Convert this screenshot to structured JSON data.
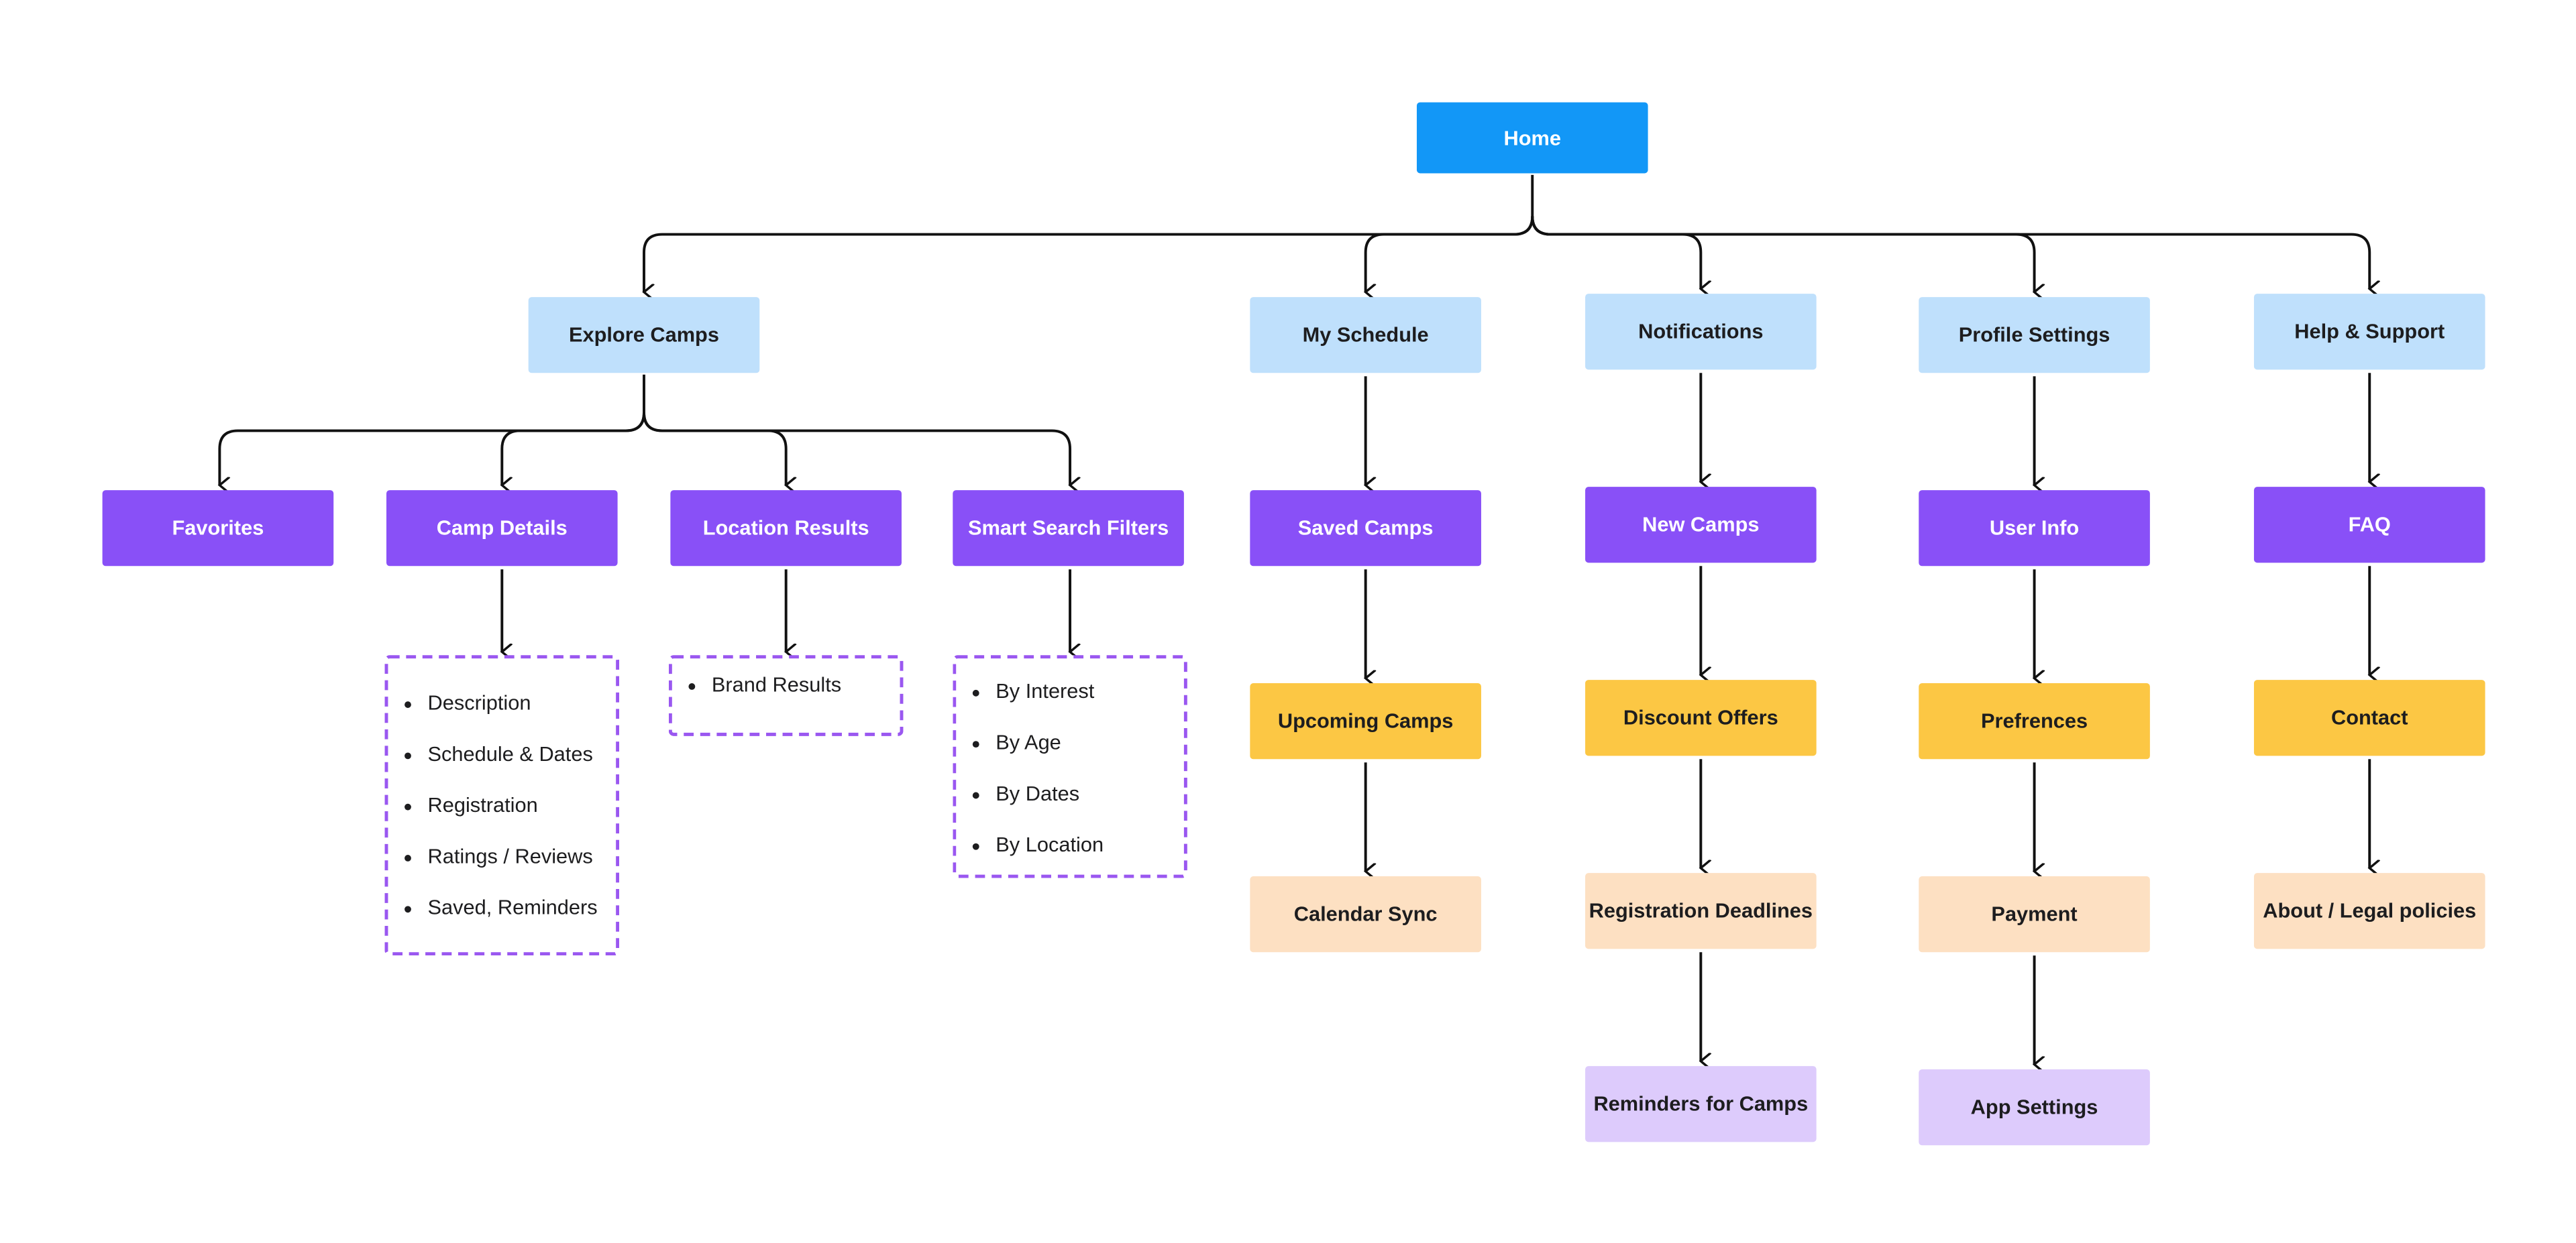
{
  "home": "Home",
  "explore": {
    "title": "Explore Camps",
    "children": [
      "Favorites",
      "Camp Details",
      "Location Results",
      "Smart Search Filters"
    ],
    "camp_details_items": [
      "Description",
      "Schedule & Dates",
      "Registration",
      "Ratings / Reviews",
      "Saved, Reminders"
    ],
    "location_items": [
      "Brand Results"
    ],
    "filter_items": [
      "By Interest",
      "By Age",
      "By Dates",
      "By Location"
    ]
  },
  "schedule": {
    "title": "My Schedule",
    "chain": [
      "Saved Camps",
      "Upcoming Camps",
      "Calendar Sync"
    ]
  },
  "notifications": {
    "title": "Notifications",
    "chain": [
      "New Camps",
      "Discount Offers",
      "Registration Deadlines",
      "Reminders for Camps"
    ]
  },
  "profile": {
    "title": "Profile Settings",
    "chain": [
      "User Info",
      "Prefrences",
      "Payment",
      "App Settings"
    ]
  },
  "help": {
    "title": "Help & Support",
    "chain": [
      "FAQ",
      "Contact",
      "About / Legal policies"
    ]
  },
  "colors": {
    "home": "#1297f7",
    "level1": "#bfe0fc",
    "level2": "#8950f7",
    "level3": "#fcc744",
    "level4": "#fde0c2",
    "level5": "#ddcbfc",
    "dashed_border": "#9a57f0",
    "connector": "#111111"
  }
}
